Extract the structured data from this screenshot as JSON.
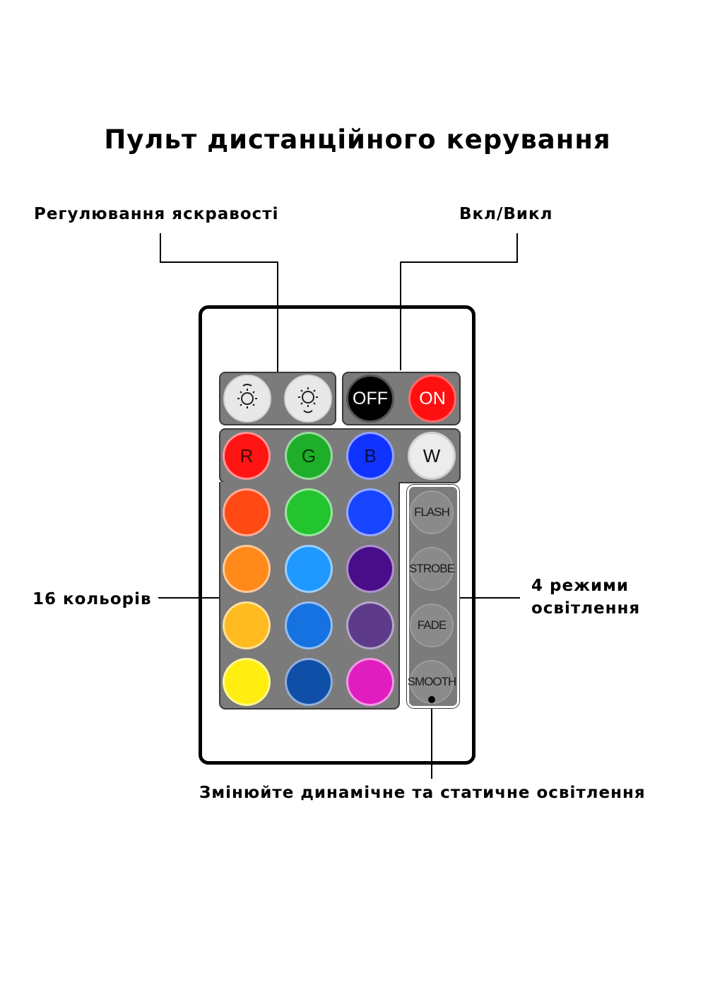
{
  "title": "Пульт дистанційного керування",
  "labels": {
    "brightness": "Регулювання яскравості",
    "power": "Вкл/Викл",
    "colors": "16 кольорів",
    "modes_line1": "4 режими",
    "modes_line2": "освітлення",
    "switch": "Змінюйте динамічне та статичне освітлення"
  },
  "remote": {
    "brightness_buttons": [
      {
        "icon": "brightness-down-icon"
      },
      {
        "icon": "brightness-up-icon"
      }
    ],
    "power_buttons": [
      {
        "label": "OFF",
        "color": "#000000",
        "text_color": "#ffffff"
      },
      {
        "label": "ON",
        "color": "#ff1010",
        "text_color": "#ffffff"
      }
    ],
    "rgbw_buttons": [
      {
        "label": "R",
        "color": "#ff1414"
      },
      {
        "label": "G",
        "color": "#1fae2a"
      },
      {
        "label": "B",
        "color": "#1133ff"
      },
      {
        "label": "W",
        "color": "#ececec"
      }
    ],
    "color_buttons": [
      "#ff4a16",
      "#22c52e",
      "#1845ff",
      "#ff8a1a",
      "#1f98ff",
      "#4a0d8a",
      "#ffbb1f",
      "#1672e0",
      "#5e3b8a",
      "#ffee10",
      "#0f4fa8",
      "#e01ec0"
    ],
    "mode_buttons": [
      "FLASH",
      "STROBE",
      "FADE",
      "SMOOTH"
    ],
    "panel_color": "#7b7b7b"
  }
}
